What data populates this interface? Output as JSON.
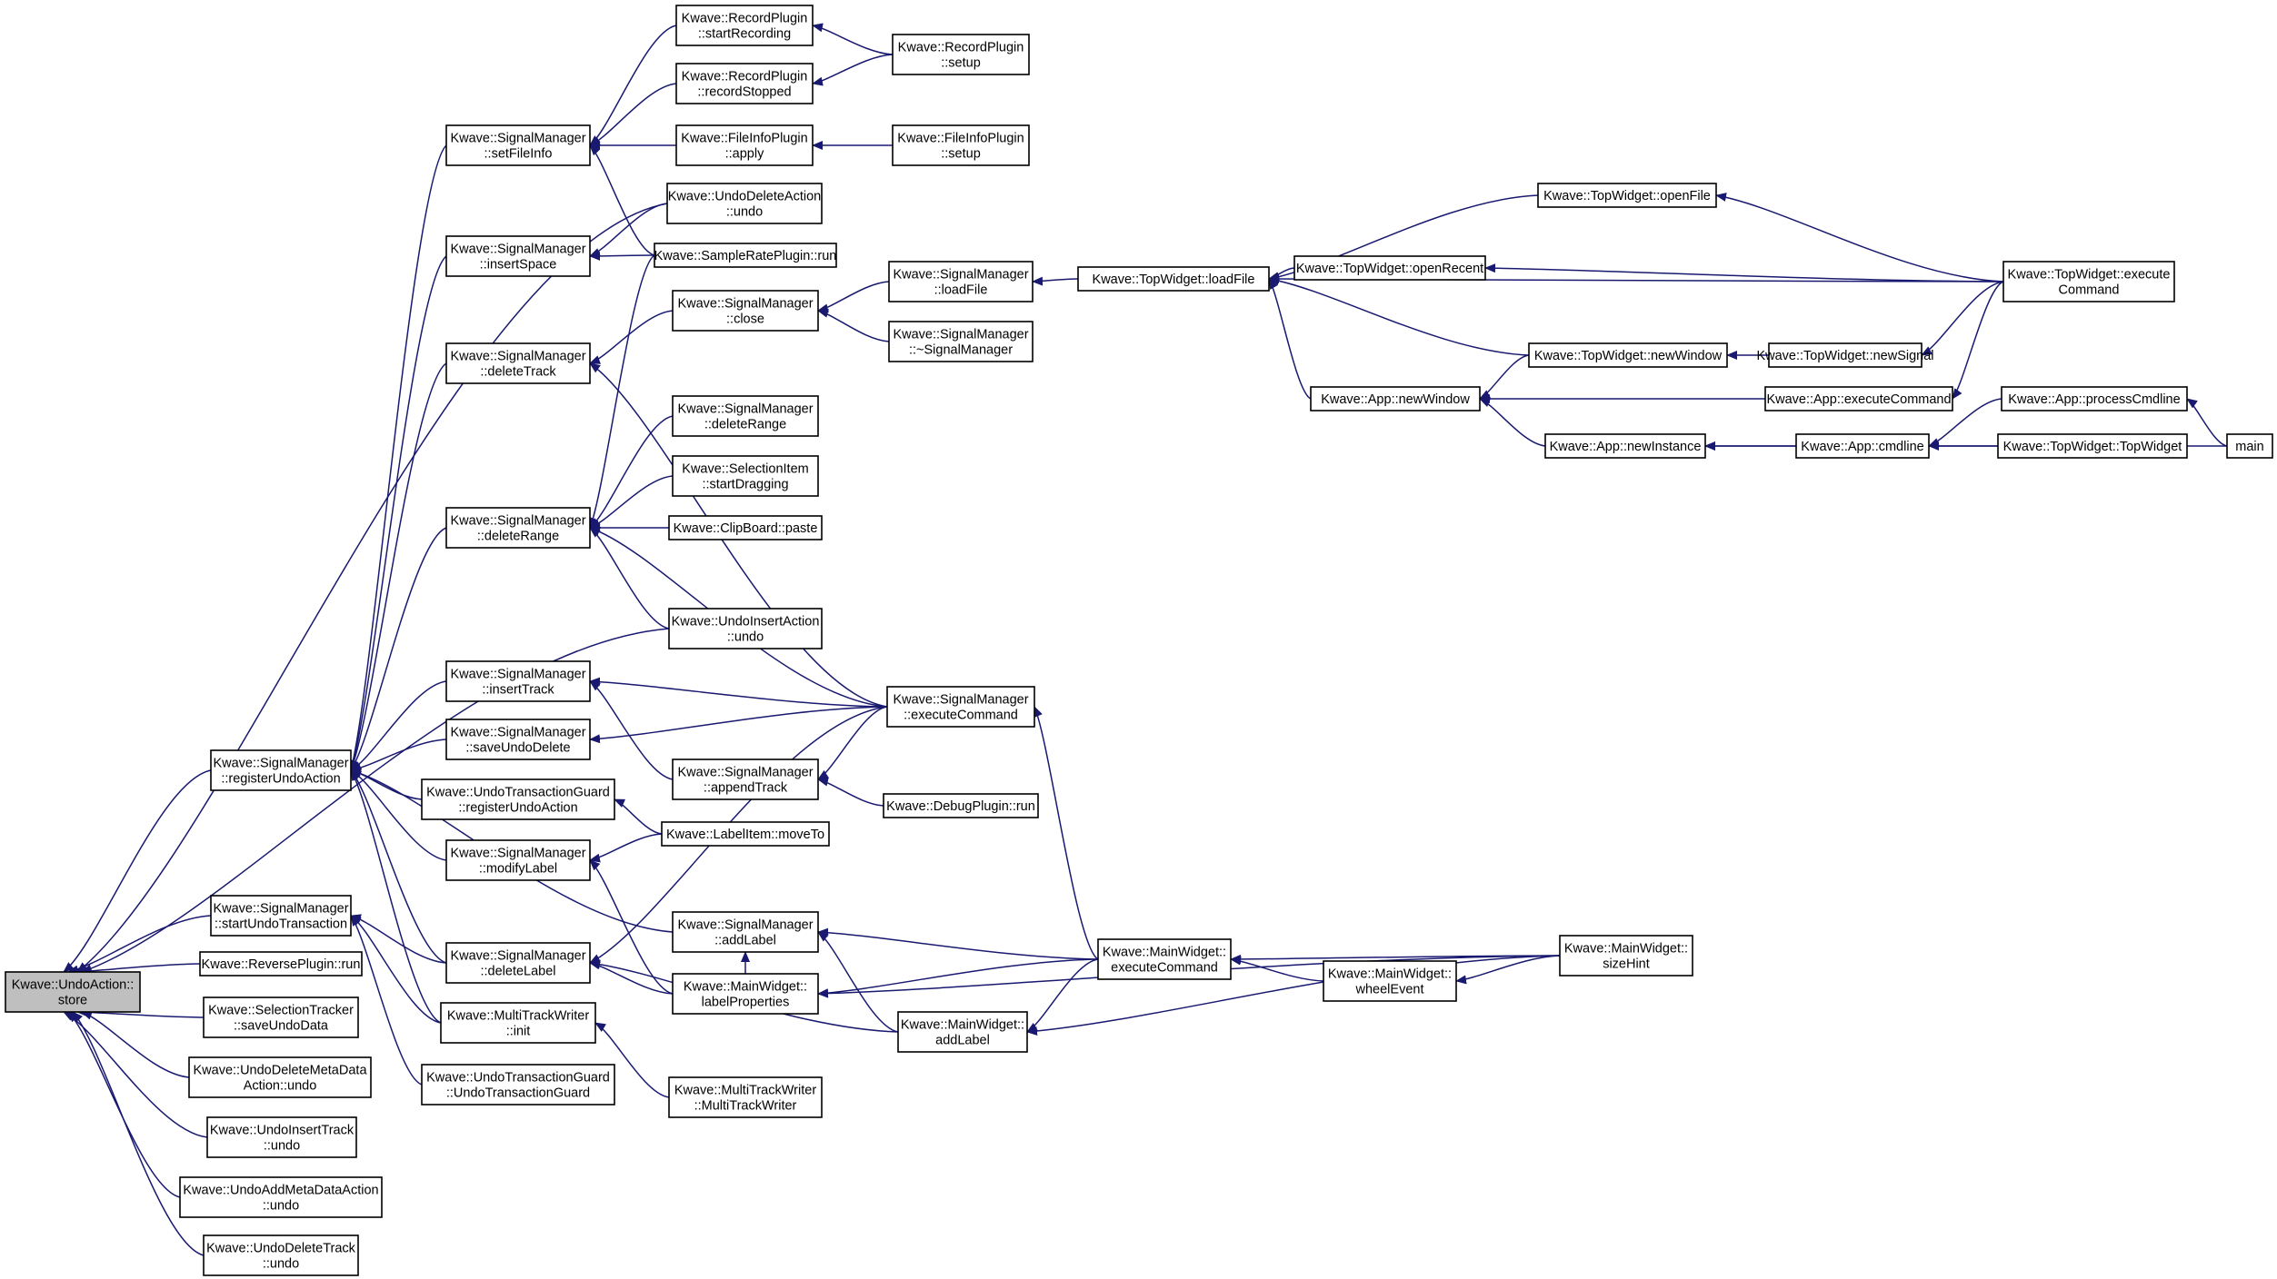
{
  "nodes": [
    {
      "id": "n0",
      "lines": [
        "Kwave::UndoAction::",
        "store"
      ],
      "root": true
    },
    {
      "id": "n1",
      "lines": [
        "Kwave::SignalManager",
        "::registerUndoAction"
      ]
    },
    {
      "id": "n2",
      "lines": [
        "Kwave::SignalManager",
        "::startUndoTransaction"
      ]
    },
    {
      "id": "n3",
      "lines": [
        "Kwave::ReversePlugin::run"
      ]
    },
    {
      "id": "n4",
      "lines": [
        "Kwave::SelectionTracker",
        "::saveUndoData"
      ]
    },
    {
      "id": "n5",
      "lines": [
        "Kwave::UndoDeleteMetaData",
        "Action::undo"
      ]
    },
    {
      "id": "n6",
      "lines": [
        "Kwave::UndoInsertTrack",
        "::undo"
      ]
    },
    {
      "id": "n7",
      "lines": [
        "Kwave::UndoAddMetaDataAction",
        "::undo"
      ]
    },
    {
      "id": "n8",
      "lines": [
        "Kwave::UndoDeleteTrack",
        "::undo"
      ]
    },
    {
      "id": "n9",
      "lines": [
        "Kwave::SignalManager",
        "::setFileInfo"
      ]
    },
    {
      "id": "n10",
      "lines": [
        "Kwave::SignalManager",
        "::insertSpace"
      ]
    },
    {
      "id": "n11",
      "lines": [
        "Kwave::SignalManager",
        "::deleteTrack"
      ]
    },
    {
      "id": "n12",
      "lines": [
        "Kwave::SignalManager",
        "::deleteRange"
      ]
    },
    {
      "id": "n13",
      "lines": [
        "Kwave::SignalManager",
        "::insertTrack"
      ]
    },
    {
      "id": "n14",
      "lines": [
        "Kwave::SignalManager",
        "::saveUndoDelete"
      ]
    },
    {
      "id": "n15",
      "lines": [
        "Kwave::UndoTransactionGuard",
        "::registerUndoAction"
      ]
    },
    {
      "id": "n16",
      "lines": [
        "Kwave::SignalManager",
        "::modifyLabel"
      ]
    },
    {
      "id": "n17",
      "lines": [
        "Kwave::SignalManager",
        "::deleteLabel"
      ]
    },
    {
      "id": "n18",
      "lines": [
        "Kwave::MultiTrackWriter",
        "::init"
      ]
    },
    {
      "id": "n19",
      "lines": [
        "Kwave::UndoTransactionGuard",
        "::UndoTransactionGuard"
      ]
    },
    {
      "id": "n20",
      "lines": [
        "Kwave::RecordPlugin",
        "::startRecording"
      ]
    },
    {
      "id": "n21",
      "lines": [
        "Kwave::RecordPlugin",
        "::recordStopped"
      ]
    },
    {
      "id": "n22",
      "lines": [
        "Kwave::FileInfoPlugin",
        "::apply"
      ]
    },
    {
      "id": "n23",
      "lines": [
        "Kwave::UndoDeleteAction",
        "::undo"
      ]
    },
    {
      "id": "n24",
      "lines": [
        "Kwave::SampleRatePlugin::run"
      ]
    },
    {
      "id": "n25",
      "lines": [
        "Kwave::SignalManager",
        "::close"
      ]
    },
    {
      "id": "n26",
      "lines": [
        "Kwave::SignalManager",
        "::deleteRange"
      ]
    },
    {
      "id": "n27",
      "lines": [
        "Kwave::SelectionItem",
        "::startDragging"
      ]
    },
    {
      "id": "n28",
      "lines": [
        "Kwave::ClipBoard::paste"
      ]
    },
    {
      "id": "n29",
      "lines": [
        "Kwave::UndoInsertAction",
        "::undo"
      ]
    },
    {
      "id": "n30",
      "lines": [
        "Kwave::SignalManager",
        "::appendTrack"
      ]
    },
    {
      "id": "n31",
      "lines": [
        "Kwave::LabelItem::moveTo"
      ]
    },
    {
      "id": "n32",
      "lines": [
        "Kwave::SignalManager",
        "::addLabel"
      ]
    },
    {
      "id": "n33",
      "lines": [
        "Kwave::MainWidget::",
        "labelProperties"
      ]
    },
    {
      "id": "n34",
      "lines": [
        "Kwave::MultiTrackWriter",
        "::MultiTrackWriter"
      ]
    },
    {
      "id": "n35",
      "lines": [
        "Kwave::RecordPlugin",
        "::setup"
      ]
    },
    {
      "id": "n36",
      "lines": [
        "Kwave::FileInfoPlugin",
        "::setup"
      ]
    },
    {
      "id": "n37",
      "lines": [
        "Kwave::SignalManager",
        "::loadFile"
      ]
    },
    {
      "id": "n38",
      "lines": [
        "Kwave::SignalManager",
        "::~SignalManager"
      ]
    },
    {
      "id": "n39",
      "lines": [
        "Kwave::SignalManager",
        "::executeCommand"
      ]
    },
    {
      "id": "n40",
      "lines": [
        "Kwave::DebugPlugin::run"
      ]
    },
    {
      "id": "n41",
      "lines": [
        "Kwave::MainWidget::",
        "addLabel"
      ]
    },
    {
      "id": "n42",
      "lines": [
        "Kwave::TopWidget::loadFile"
      ]
    },
    {
      "id": "n43",
      "lines": [
        "Kwave::MainWidget::",
        "executeCommand"
      ]
    },
    {
      "id": "n44",
      "lines": [
        "Kwave::TopWidget::openFile"
      ]
    },
    {
      "id": "n45",
      "lines": [
        "Kwave::TopWidget::openRecent"
      ]
    },
    {
      "id": "n46",
      "lines": [
        "Kwave::TopWidget::newWindow"
      ]
    },
    {
      "id": "n47",
      "lines": [
        "Kwave::App::newWindow"
      ]
    },
    {
      "id": "n48",
      "lines": [
        "Kwave::App::newInstance"
      ]
    },
    {
      "id": "n49",
      "lines": [
        "Kwave::MainWidget::",
        "wheelEvent"
      ]
    },
    {
      "id": "n50",
      "lines": [
        "Kwave::TopWidget::execute",
        "Command"
      ]
    },
    {
      "id": "n51",
      "lines": [
        "Kwave::TopWidget::newSignal"
      ]
    },
    {
      "id": "n52",
      "lines": [
        "Kwave::App::executeCommand"
      ]
    },
    {
      "id": "n53",
      "lines": [
        "Kwave::App::cmdline"
      ]
    },
    {
      "id": "n54",
      "lines": [
        "Kwave::MainWidget::",
        "sizeHint"
      ]
    },
    {
      "id": "n55",
      "lines": [
        "Kwave::App::processCmdline"
      ]
    },
    {
      "id": "n56",
      "lines": [
        "Kwave::TopWidget::TopWidget"
      ]
    },
    {
      "id": "n57",
      "lines": [
        "main"
      ]
    }
  ]
}
